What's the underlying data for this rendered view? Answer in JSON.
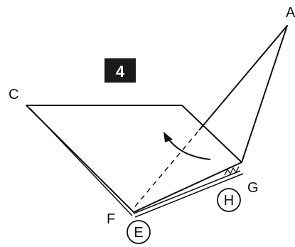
{
  "diagram": {
    "step_number": "4",
    "colors": {
      "ink": "#111111",
      "badge_bg": "#1a1a1a",
      "badge_text": "#ffffff",
      "paper": "#ffffff"
    },
    "labels": {
      "a": "A",
      "c": "C",
      "f": "F",
      "g": "G",
      "h": "H",
      "e": "E"
    },
    "annotations": {
      "fold_direction": "curved-arrow-icon",
      "fold_line": "dashed"
    }
  }
}
